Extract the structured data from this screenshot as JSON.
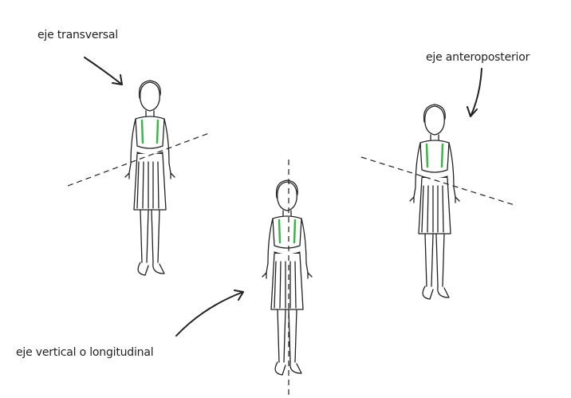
{
  "labels": {
    "transversal": "eje transversal",
    "anteroposterior": "eje anteroposterior",
    "vertical": "eje vertical o longitudinal"
  },
  "colors": {
    "ink": "#222222",
    "accent": "#3cb44b"
  }
}
